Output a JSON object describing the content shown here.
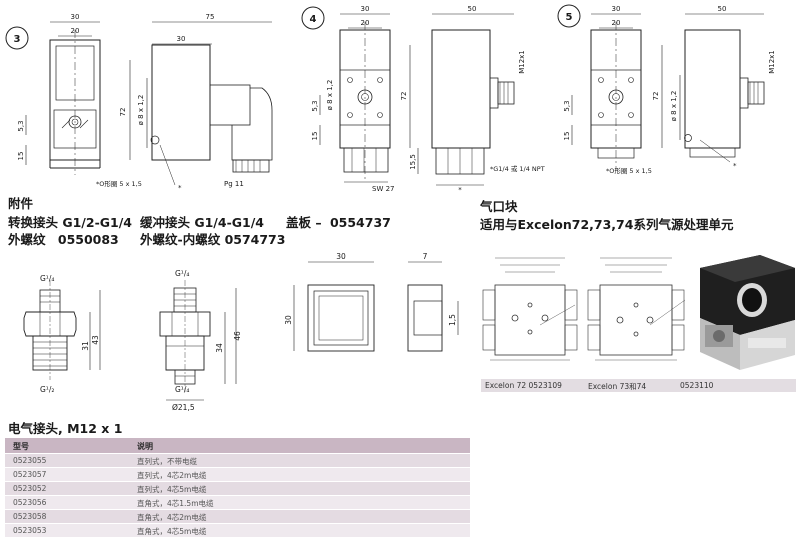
{
  "drawings": {
    "d3": {
      "badge": "3",
      "dims": [
        "30",
        "20",
        "30",
        "75",
        "72",
        "ø 8 x 1,2",
        "5,3",
        "15"
      ],
      "thread_label": "Pg 11",
      "note": "*O形圈 5 x 1,5"
    },
    "d4": {
      "badge": "4",
      "dims": [
        "30",
        "20",
        "50",
        "M12x1",
        "72",
        "ø 8 x 1,2",
        "5,3",
        "15",
        "15,5"
      ],
      "wrench": "SW 27",
      "note": "*G1/4 或 1/4 NPT"
    },
    "d5": {
      "badge": "5",
      "dims": [
        "30",
        "20",
        "50",
        "M12x1",
        "72",
        "ø 8 x 1,2",
        "5,3",
        "15"
      ],
      "note": "*O形圈 5 x 1,5"
    }
  },
  "accessories": {
    "title": "附件",
    "item1_line1": "转换接头 G1/2-G1/4",
    "item1_line2": "外螺纹",
    "item1_code": "0550083",
    "item2_line1": "缓冲接头 G1/4-G1/4",
    "item2_line2": "外螺纹-内螺纹",
    "item2_code": "0574773",
    "item3_line1": "盖板 –",
    "item3_code": "0554737"
  },
  "adapter_dims": {
    "a1": [
      "G¹/₄",
      "31",
      "43",
      "G¹/₂"
    ],
    "a2": [
      "G¹/₄",
      "34",
      "46",
      "G¹/₄",
      "Ø21,5"
    ]
  },
  "cover_dims": [
    "30",
    "30",
    "7",
    "1,5"
  ],
  "air_block": {
    "title": "气口块",
    "subtitle": "适用与Excelon72,73,74系列气源处理单元",
    "labels": [
      {
        "text": "Excelon 72 0523109"
      },
      {
        "text": "Excelon 73和74"
      },
      {
        "text": "0523110"
      }
    ]
  },
  "connector": {
    "title": "电气接头, M12 x 1",
    "columns": [
      "型号",
      "说明"
    ],
    "rows": [
      {
        "code": "0523055",
        "desc": "直列式，不带电缆"
      },
      {
        "code": "0523057",
        "desc": "直列式，4芯2m电缆"
      },
      {
        "code": "0523052",
        "desc": "直列式，4芯5m电缆"
      },
      {
        "code": "0523056",
        "desc": "直角式，4芯1.5m电缆"
      },
      {
        "code": "0523058",
        "desc": "直角式，4芯2m电缆"
      },
      {
        "code": "0523053",
        "desc": "直角式，4芯5m电缆"
      }
    ]
  },
  "colors": {
    "table_header": "#c9b6c3",
    "row_light": "#efe9ee",
    "row_dark": "#e4dbe2",
    "excelon_bar": "#e3dde2",
    "block_dark": "#1f1f1f",
    "block_metal": "#c8c8c8"
  }
}
